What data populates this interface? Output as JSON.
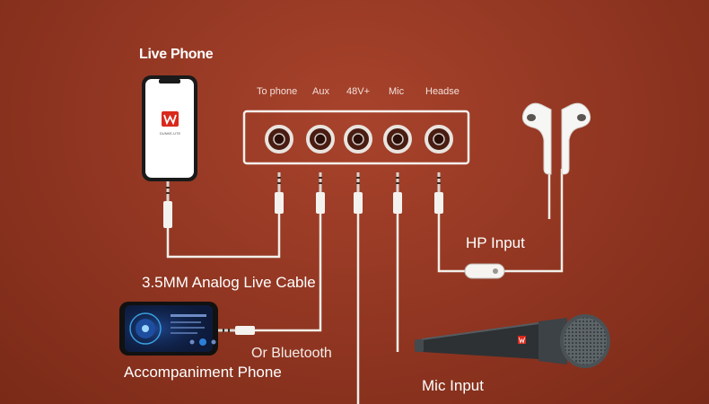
{
  "labels": {
    "live_phone": "Live Phone",
    "analog_cable": "3.5MM Analog Live Cable",
    "or_bluetooth": "Or Bluetooth",
    "accompaniment_phone": "Accompaniment Phone",
    "hp_input": "HP Input",
    "mic_input": "Mic Input"
  },
  "ports": [
    "To phone",
    "Aux",
    "48V+",
    "Mic",
    "Headse"
  ],
  "logo": {
    "text": "DUNKE-UTE"
  },
  "colors": {
    "background": "#8f3521",
    "wire": "#f2efe9",
    "panel_border": "#f5f0ec"
  },
  "icons": [
    "smartphone-icon",
    "earbuds-icon",
    "microphone-icon",
    "audio-jack-icon",
    "music-app-phone-icon"
  ]
}
